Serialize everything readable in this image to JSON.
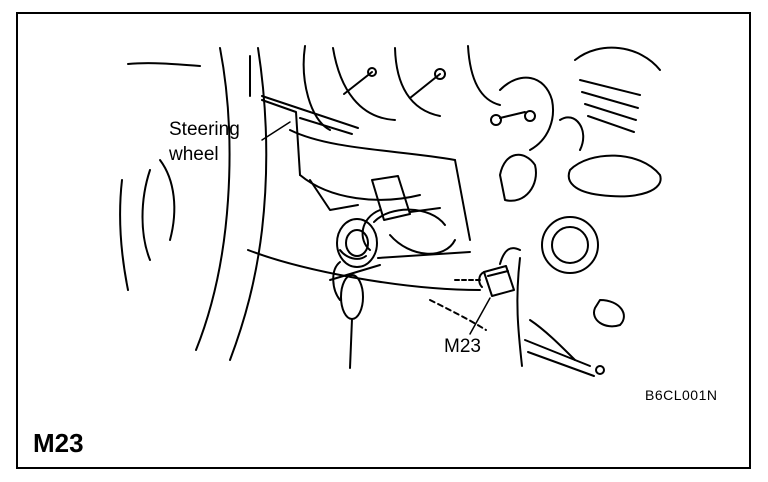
{
  "figure": {
    "callout_steering_line1": "Steering",
    "callout_steering_line2": "wheel",
    "callout_connector": "M23",
    "figure_code": "B6CL001N",
    "connector_title": "M23"
  }
}
